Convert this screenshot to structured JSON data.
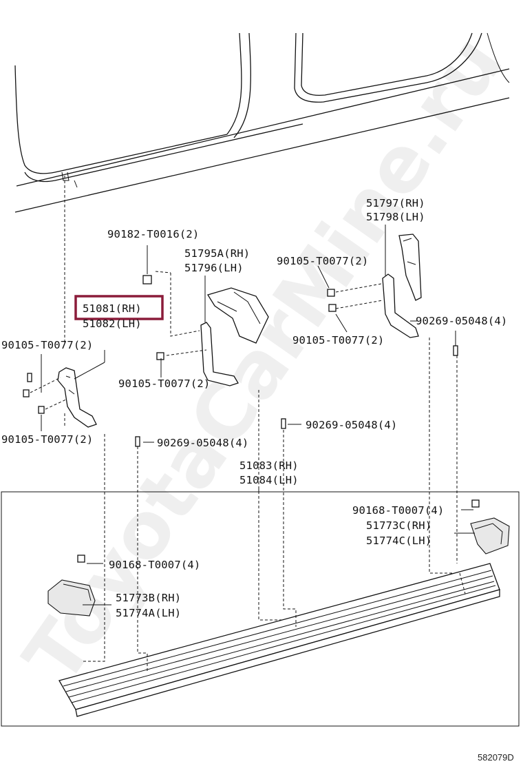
{
  "watermark": "ToyotaCarMine.ru",
  "diagram_code": "582079D",
  "highlight_color": "#8b1c3a",
  "labels": {
    "p90182": "90182-T0016(2)",
    "p51795": "51795A(RH)",
    "p51796": "51796(LH)",
    "p51797": "51797(RH)",
    "p51798": "51798(LH)",
    "p90105_top": "90105-T0077(2)",
    "p90105_right": "90105-T0077(2)",
    "p90269_right": "90269-05048(4)",
    "p51081": "51081(RH)",
    "p51082": "51082(LH)",
    "p90105_left": "90105-T0077(2)",
    "p90105_mid": "90105-T0077(2)",
    "p90105_bottom_left": "90105-T0077(2)",
    "p90269_left": "90269-05048(4)",
    "p90269_mid": "90269-05048(4)",
    "p51083": "51083(RH)",
    "p51084": "51084(LH)",
    "p90168_right": "90168-T0007(4)",
    "p51773c": "51773C(RH)",
    "p51774c": "51774C(LH)",
    "p90168_left": "90168-T0007(4)",
    "p51773b": "51773B(RH)",
    "p51774a": "51774A(LH)"
  }
}
